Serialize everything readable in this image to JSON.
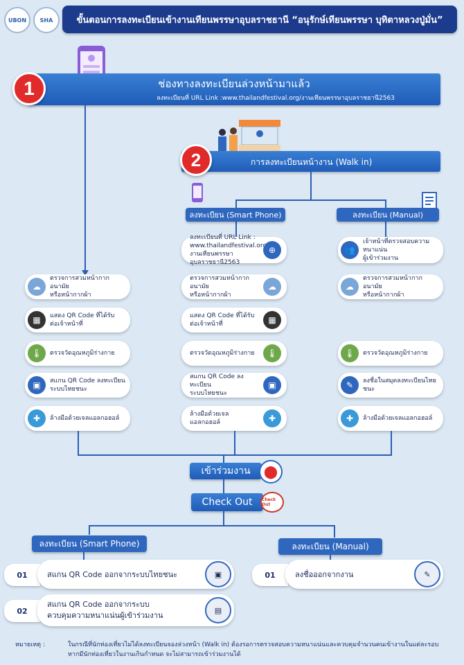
{
  "header": {
    "title": "ขั้นตอนการลงทะเบียนเข้างานเทียนพรรษาอุบลราชธานี “อนุรักษ์เทียนพรรษา บุทิตาหลวงปู่มั่น”",
    "logo1_text": "UBON",
    "logo2_text": "SHA"
  },
  "step1": {
    "number": "1",
    "title": "ช่องทางลงทะเบียนล่วงหน้ามาแล้ว",
    "subtitle": "ลงทะเบียนที่ URL Link :www.thailandfestival.org/งานเทียนพรรษาอุบลราชธานี2563"
  },
  "step2": {
    "number": "2",
    "title": "การลงทะเบียนหน้างาน (Walk in)"
  },
  "branch": {
    "smartphone": "ลงทะเบียน (Smart Phone)",
    "manual": "ลงทะเบียน (Manual)"
  },
  "col1": [
    {
      "text": "ตรวจการสวมหน้ากากอนามัย\nหรือหน้ากากผ้า",
      "icon": "mask-icon"
    },
    {
      "text": "แสดง QR Code ที่ได้รับ\nต่อเจ้าหน้าที่",
      "icon": "qr-icon"
    },
    {
      "text": "ตรวจวัดอุณหภูมิร่างกาย",
      "icon": "thermometer-icon"
    },
    {
      "text": "สแกน QR Code ลงทะเบียน\nระบบไทยชนะ",
      "icon": "scan-icon"
    },
    {
      "text": "ล้างมือด้วยเจลแอลกอฮอล์",
      "icon": "sanitizer-icon"
    }
  ],
  "col2": [
    {
      "text": "ลงทะเบียนที่ URL Link :\nwww.thailandfestival.org/\nงานเทียนพรรษาอุบลราชธานี2563",
      "icon": "web-icon"
    },
    {
      "text": "ตรวจการสวมหน้ากากอนามัย\nหรือหน้ากากผ้า",
      "icon": "mask-icon"
    },
    {
      "text": "แสดง QR Code ที่ได้รับ\nต่อเจ้าหน้าที่",
      "icon": "qr-icon"
    },
    {
      "text": "ตรวจวัดอุณหภูมิร่างกาย",
      "icon": "thermometer-icon"
    },
    {
      "text": "สแกน QR Code ลงทะเบียน\nระบบไทยชนะ",
      "icon": "scan-icon"
    },
    {
      "text": "ล้างมือด้วยเจลแอลกอฮอล์",
      "icon": "sanitizer-icon"
    }
  ],
  "col3": [
    {
      "text": "เจ้าหน้าที่ตรวจสอบความหนาแน่น\nผู้เข้าร่วมงาน",
      "icon": "people-icon"
    },
    {
      "text": "ตรวจการสวมหน้ากากอนามัย\nหรือหน้ากากผ้า",
      "icon": "mask-icon"
    },
    {
      "text": "ตรวจวัดอุณหภูมิร่างกาย",
      "icon": "thermometer-icon"
    },
    {
      "text": "ลงชื่อในสมุดลงทะเบียนไทยชนะ",
      "icon": "book-icon"
    },
    {
      "text": "ล้างมือด้วยเจลแอลกอฮอล์",
      "icon": "sanitizer-icon"
    }
  ],
  "enter": "เข้าร่วมงาน",
  "checkout": "Check Out",
  "checkout_badge": "Check Out",
  "out_smartphone": "ลงทะเบียน (Smart Phone)",
  "out_manual": "ลงทะเบียน (Manual)",
  "out_left": [
    {
      "num": "01",
      "text": "สแกน QR Code ออกจากระบบไทยชนะ"
    },
    {
      "num": "02",
      "text": "สแกน QR Code ออกจากระบบ\nควบคุมความหนาแน่นผู้เข้าร่วมงาน"
    }
  ],
  "out_right": [
    {
      "num": "01",
      "text": "ลงชื่อออกจากงาน"
    }
  ],
  "note_label": "หมายเหตุ :",
  "note_line1": "ในกรณีที่นักท่องเที่ยวไม่ได้ลงทะเบียนจองล่วงหน้า (Walk in) ต้องรอการตรวจสอบความหนาแน่นและควบคุมจำนวนคนเข้างานในแต่ละรอบ",
  "note_line2": "หากมีนักท่องเที่ยวในงานเกินกำหนด จะไม่สามารถเข้าร่วมงานได้",
  "colors": {
    "primary": "#2f67bf",
    "dark": "#1d3b8c",
    "red": "#e12a2a",
    "bg": "#dce9f5"
  }
}
